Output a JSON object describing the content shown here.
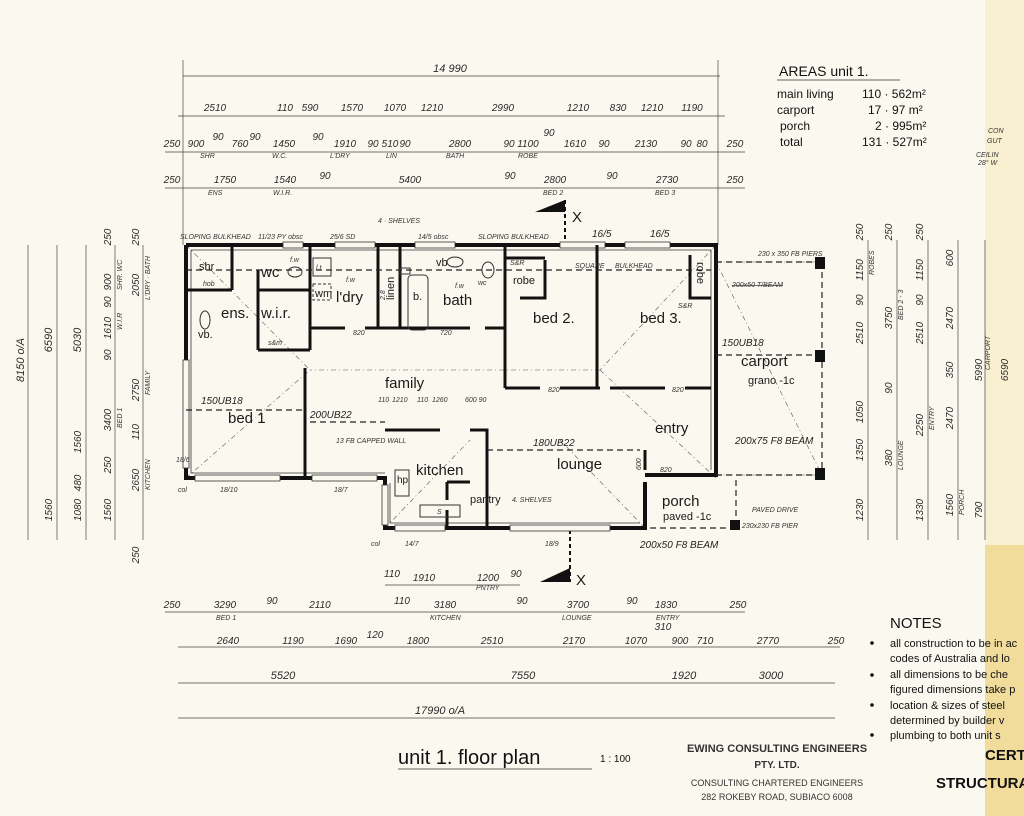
{
  "areas": {
    "title": "AREAS unit 1.",
    "rows": [
      {
        "label": "main living",
        "value": "110 · 562m²"
      },
      {
        "label": "carport",
        "value": "17 · 97 m²"
      },
      {
        "label": "porch",
        "value": "2 · 995m²"
      },
      {
        "label": "total",
        "value": "131 · 527m²"
      }
    ],
    "margin_notes": [
      "CON",
      "GUT",
      "CEILIN",
      "28° W"
    ]
  },
  "rooms": {
    "shr": "shr",
    "hob": "hob",
    "wc": "wc",
    "fw1": "f.w",
    "ens": "ens.",
    "wir": "w.i.r.",
    "sm1": "s&m",
    "vb": "vb.",
    "lt": "l.t",
    "wm": "wm",
    "fw2": "f.w",
    "ldry": "l'dry",
    "linen": "linen",
    "b": "b.",
    "vb2": "vb",
    "fw3": "f.w",
    "bath": "bath",
    "wc2": "wc",
    "sr": "S&R",
    "robe1": "robe",
    "bed2": "bed 2.",
    "bed3": "bed 3.",
    "robe2": "robe",
    "sr2": "S&R",
    "family": "family",
    "bed1": "bed 1",
    "entry": "entry",
    "kitchen": "kitchen",
    "lounge": "lounge",
    "pantry": "pantry",
    "hp": "hp",
    "s": "S",
    "porch": "porch",
    "porch_floor": "paved -1c",
    "carport": "carport",
    "carport_floor": "grano -1c"
  },
  "annotations": {
    "sloping1": "SLOPING BULKHEAD",
    "win1": "11/23 PY obsc",
    "win2": "25/6 SD",
    "shelves1": "4 · SHELVES",
    "win3": "14/5 obsc",
    "sloping2": "SLOPING BULKHEAD",
    "win4": "16/5",
    "win5": "16/5",
    "square": "SQUARE",
    "bulkhead": "BULKHEAD",
    "piers": "230 x 350 FB PIERS",
    "beam_top": "200x50 T/BEAM",
    "ub_carport": "150UB18",
    "ub_bed1": "150UB18",
    "ub_family": "200UB22",
    "ub_lounge": "180UB22",
    "capped": "13 FB CAPPED WALL",
    "shelves2": "4. SHELVES",
    "paved_drive": "PAVED DRIVE",
    "pier": "230x230 FB PIER",
    "beam_porch": "200x50 F8 BEAM",
    "beam_carport": "200x75 F8 BEAM",
    "w_bed1": "18/10",
    "w_fam": "18/7",
    "w_kit": "14/7",
    "w_lounge": "18/9",
    "w_side": "18/6",
    "col1": "col",
    "col2": "col",
    "door": "820",
    "door_bath": "720",
    "h_linen": "2.8",
    "k1": "110",
    "k2": "1210",
    "k3": "110",
    "k4": "1260",
    "k5": "600 90",
    "k6": "600"
  },
  "dims": {
    "overall_top": "14 990",
    "top_row1": [
      "2510",
      "110",
      "590",
      "1570",
      "1070",
      "1210",
      "2990",
      "1210",
      "830",
      "1210",
      "1190"
    ],
    "top_row2": [
      "250",
      "900",
      "90",
      "760",
      "90",
      "1450",
      "90",
      "1910",
      "90",
      "510",
      "90",
      "2800",
      "90",
      "1100",
      "90",
      "1610",
      "90",
      "2130",
      "90",
      "80",
      "250"
    ],
    "top_row2_sub": [
      "SHR",
      "W.C.",
      "L'DRY",
      "LIN",
      "BATH",
      "ROBE"
    ],
    "top_row3": [
      "250",
      "1750",
      "1540",
      "90",
      "5400",
      "90",
      "2800",
      "90",
      "2730",
      "250"
    ],
    "top_row3_sub": [
      "ENS",
      "W.I.R.",
      "BED 2",
      "BED 3"
    ],
    "bot_row0": [
      "110",
      "1910",
      "1200",
      "90"
    ],
    "bot_row1": [
      "250",
      "3290",
      "90",
      "2110",
      "110",
      "3180",
      "90",
      "3700",
      "90",
      "1830",
      "250"
    ],
    "bot_row1_sub": [
      "BED 1",
      "KITCHEN",
      "LOUNGE",
      "ENTRY",
      "PNTRY"
    ],
    "bot_row2": [
      "2640",
      "1190",
      "1690",
      "120",
      "1800",
      "2510",
      "2170",
      "1070",
      "310",
      "900",
      "710",
      "2770",
      "250"
    ],
    "bot_row3": [
      "5520",
      "7550",
      "1920",
      "3000"
    ],
    "bot_overall": "17990 o/A",
    "left": [
      "8150 o/A",
      "6590",
      "1560",
      "5030",
      "1560",
      "1080",
      "480",
      "900",
      "1610",
      "3400",
      "250",
      "1560",
      "250",
      "2050",
      "2750",
      "2650",
      "250",
      "250",
      "90",
      "90",
      "110"
    ],
    "left_sub": [
      "W.I.R",
      "BED 1",
      "SHR. WC",
      "L'DRY · BATH",
      "FAMILY",
      "KITCHEN"
    ],
    "right": [
      "1150",
      "2510",
      "1050",
      "1350",
      "1230",
      "3750",
      "380",
      "1150",
      "2510",
      "2250",
      "1330",
      "2470",
      "350",
      "2470",
      "1560",
      "600",
      "5990",
      "790",
      "6590",
      "250",
      "250",
      "250",
      "90",
      "90",
      "90"
    ],
    "right_sub": [
      "ROBES",
      "BED 2 - 3",
      "LOUNGE",
      "ENTRY",
      "PORCH",
      "CARPORT"
    ]
  },
  "section_marker": "X",
  "title": {
    "main": "unit 1. floor plan",
    "scale": "1 : 100"
  },
  "stamp": {
    "line1": "EWING CONSULTING ENGINEERS",
    "line2": "PTY. LTD.",
    "line3": "CONSULTING CHARTERED ENGINEERS",
    "line4": "282 ROKEBY ROAD, SUBIACO 6008"
  },
  "notes": {
    "title": "NOTES",
    "items": [
      "all construction to be in ac",
      "codes of Australia and lo",
      "all dimensions to be che",
      "figured dimensions take p",
      "location & sizes of steel",
      "determined by builder v",
      "plumbing to both unit s"
    ]
  },
  "certificate": {
    "line1": "CERTIFI",
    "line2": "STRUCTURAL"
  },
  "colors": {
    "paper": "#fbf9ef",
    "ink": "#111111",
    "tape": "#f1dc9c"
  }
}
